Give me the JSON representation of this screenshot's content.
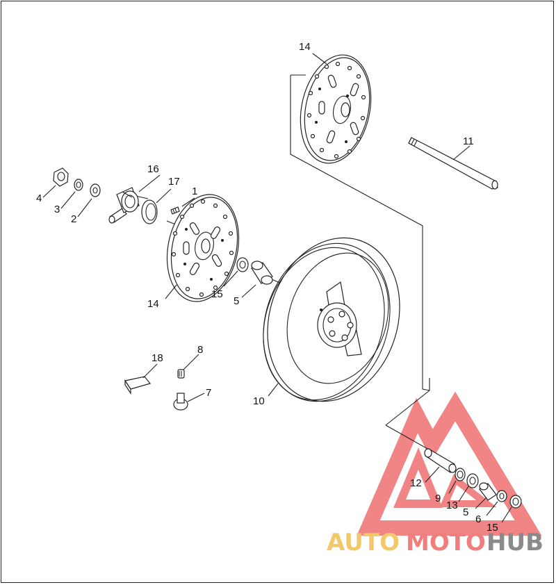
{
  "callouts": [
    {
      "id": "c14a",
      "text": "14"
    },
    {
      "id": "c11",
      "text": "11"
    },
    {
      "id": "c16",
      "text": "16"
    },
    {
      "id": "c17",
      "text": "17"
    },
    {
      "id": "c1",
      "text": "1"
    },
    {
      "id": "c4",
      "text": "4"
    },
    {
      "id": "c3",
      "text": "3"
    },
    {
      "id": "c2",
      "text": "2"
    },
    {
      "id": "c14b",
      "text": "14"
    },
    {
      "id": "c15a",
      "text": "15"
    },
    {
      "id": "c5a",
      "text": "5"
    },
    {
      "id": "c18",
      "text": "18"
    },
    {
      "id": "c8",
      "text": "8"
    },
    {
      "id": "c7",
      "text": "7"
    },
    {
      "id": "c10",
      "text": "10"
    },
    {
      "id": "c12",
      "text": "12"
    },
    {
      "id": "c9",
      "text": "9"
    },
    {
      "id": "c13",
      "text": "13"
    },
    {
      "id": "c5b",
      "text": "5"
    },
    {
      "id": "c6",
      "text": "6"
    },
    {
      "id": "c15b",
      "text": "15"
    }
  ],
  "watermark": {
    "part1": "AUTO",
    "part2": "MOTO",
    "part3": "HUB",
    "colors": {
      "auto": "#f3c86a",
      "moto": "#ef7e7c",
      "hub": "#8a8a8a",
      "triangle": "#ef6f6f"
    }
  },
  "colors": {
    "line": "#222222",
    "background": "#ffffff"
  }
}
